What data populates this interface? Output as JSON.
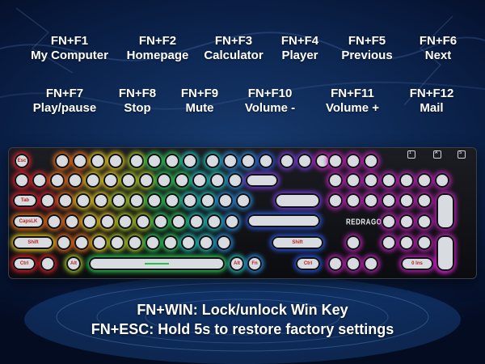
{
  "fn_keys": [
    {
      "combo": "FN+F1",
      "desc": "My Computer"
    },
    {
      "combo": "FN+F2",
      "desc": "Homepage"
    },
    {
      "combo": "FN+F3",
      "desc": "Calculator"
    },
    {
      "combo": "FN+F4",
      "desc": "Player"
    },
    {
      "combo": "FN+F5",
      "desc": "Previous"
    },
    {
      "combo": "FN+F6",
      "desc": "Next"
    },
    {
      "combo": "FN+F7",
      "desc": "Play/pause"
    },
    {
      "combo": "FN+F8",
      "desc": "Stop"
    },
    {
      "combo": "FN+F9",
      "desc": "Mute"
    },
    {
      "combo": "FN+F10",
      "desc": "Volume -"
    },
    {
      "combo": "FN+F11",
      "desc": "Volume +"
    },
    {
      "combo": "FN+F12",
      "desc": "Mail"
    }
  ],
  "keyboard": {
    "brand": "REDRAGON",
    "keys": {
      "tab": "Tab",
      "caps": "CapsLK",
      "shift_l": "Shift",
      "shift_r": "Shift",
      "ctrl": "Ctrl",
      "alt_l": "Alt",
      "alt_r": "Alt",
      "fn": "Fn",
      "ctrl_r": "Ctrl",
      "esc": "Esc",
      "zero": "0 Ins"
    },
    "indicators": [
      "1",
      "A",
      "S"
    ]
  },
  "footer": {
    "line1": "FN+WIN: Lock/unlock Win Key",
    "line2": "FN+ESC: Hold 5s to restore factory settings"
  }
}
